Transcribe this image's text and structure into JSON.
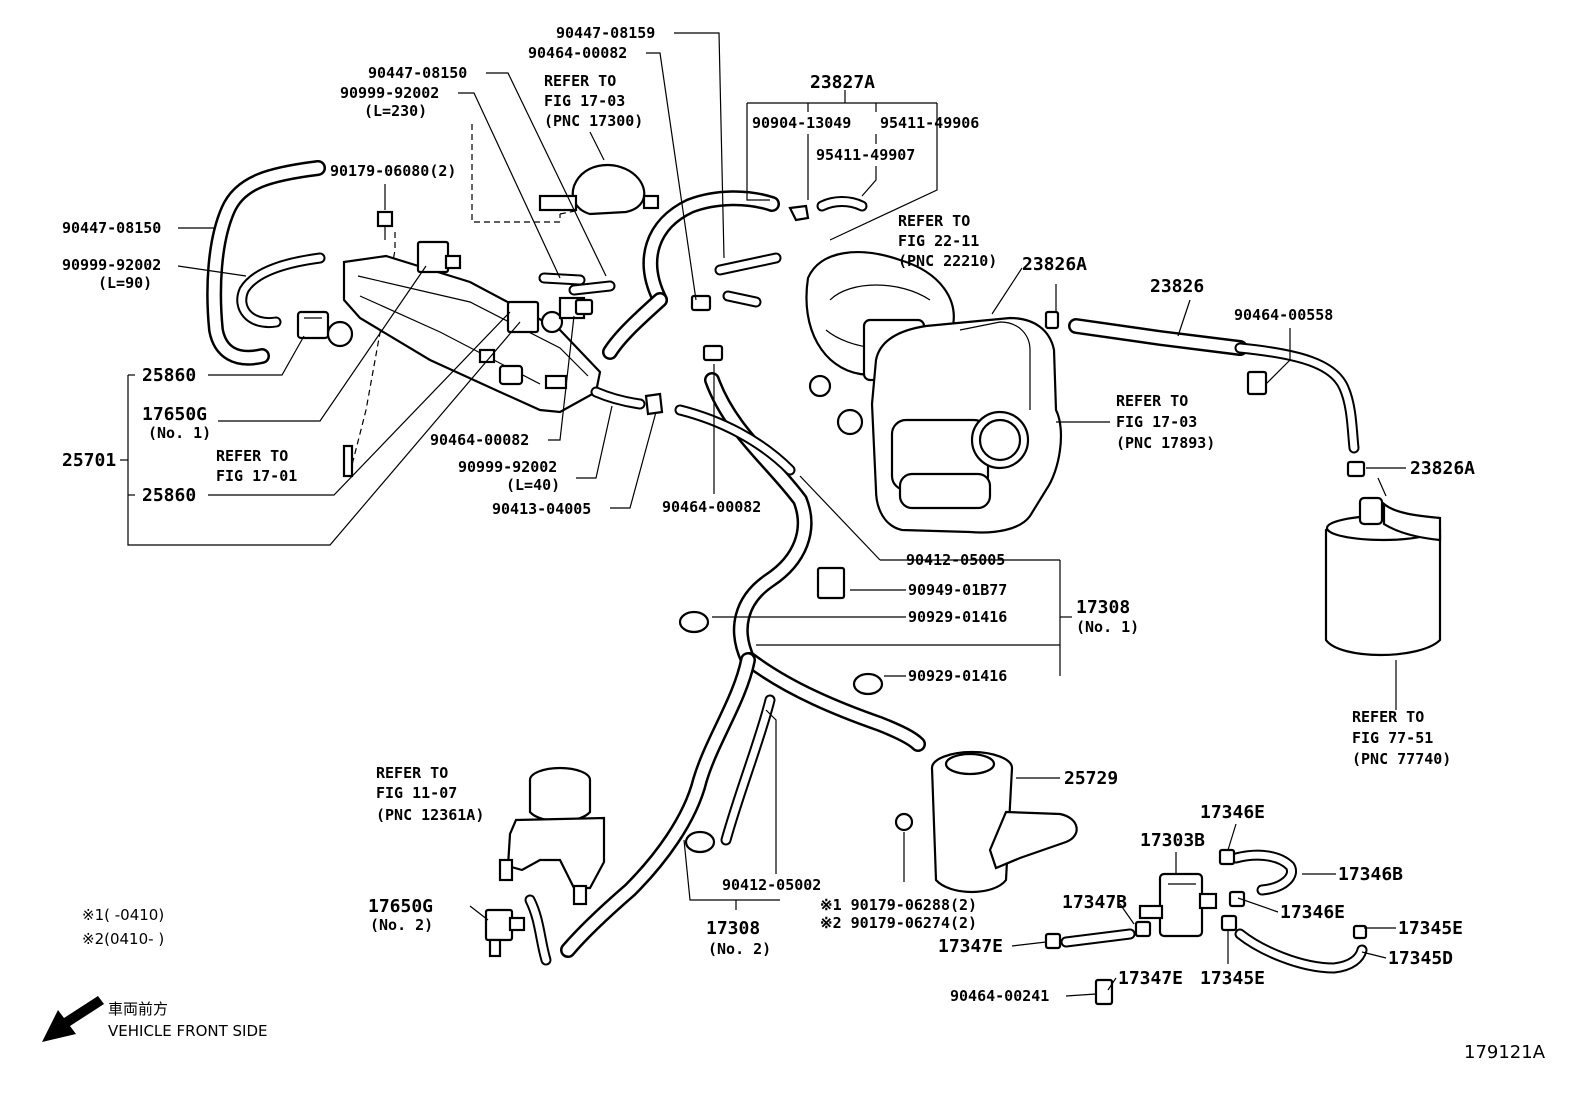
{
  "diagram_id": "179121A",
  "legend": {
    "note1": "※1(      -0410)",
    "note2": "※2(0410-      )",
    "direction_jp": "車両前方",
    "direction_en": "VEHICLE FRONT SIDE"
  },
  "labels": {
    "p90447_08159": "90447-08159",
    "p90464_00082_top": "90464-00082",
    "p90447_08150_top": "90447-08150",
    "p90999_92002_top": "90999-92002",
    "l230": "(L=230)",
    "ref1703_a": "REFER TO",
    "ref1703_b": "FIG 17-03",
    "ref1703_c": "(PNC 17300)",
    "p23827A": "23827A",
    "p90904_13049": "90904-13049",
    "p95411_49906": "95411-49906",
    "p95411_49907": "95411-49907",
    "p90179_06080": "90179-06080(2)",
    "p90447_08150_left": "90447-08150",
    "p90999_92002_left": "90999-92002",
    "l90": "(L=90)",
    "ref2211_a": "REFER TO",
    "ref2211_b": "FIG 22-11",
    "ref2211_c": "(PNC 22210)",
    "p23826A_top": "23826A",
    "p23826": "23826",
    "p90464_00558": "90464-00558",
    "p25860_a": "25860",
    "p17650G_1": "17650G",
    "no1_a": "(No. 1)",
    "p25701": "25701",
    "ref1701_a": "REFER TO",
    "ref1701_b": "FIG 17-01",
    "p25860_b": "25860",
    "p90464_00082_mid": "90464-00082",
    "p90999_92002_mid": "90999-92002",
    "l40": "(L=40)",
    "p90413_04005": "90413-04005",
    "p90464_00082_c": "90464-00082",
    "ref17893_a": "REFER TO",
    "ref17893_b": "FIG 17-03",
    "ref17893_c": "(PNC 17893)",
    "p23826A_right": "23826A",
    "p90412_05005": "90412-05005",
    "p90949_01B77": "90949-01B77",
    "p90929_01416_a": "90929-01416",
    "p17308_1": "17308",
    "no1_b": "(No. 1)",
    "p90929_01416_b": "90929-01416",
    "ref7751_a": "REFER TO",
    "ref7751_b": "FIG 77-51",
    "ref7751_c": "(PNC 77740)",
    "ref1107_a": "REFER TO",
    "ref1107_b": "FIG  11-07",
    "ref1107_c": "(PNC 12361A)",
    "p25729": "25729",
    "p17346E_top": "17346E",
    "p17303B": "17303B",
    "p17346B": "17346B",
    "p17346E_mid": "17346E",
    "p17345E_right": "17345E",
    "p17650G_2": "17650G",
    "no2_a": "(No. 2)",
    "p90412_05002": "90412-05002",
    "p17308_2": "17308",
    "no2_b": "(No. 2)",
    "p90179_06288": "※1 90179-06288(2)",
    "p90179_06274": "※2 90179-06274(2)",
    "p17347B": "17347B",
    "p17347E_a": "17347E",
    "p17345D": "17345D",
    "p17347E_b": "17347E",
    "p17345E_b": "17345E",
    "p90464_00241": "90464-00241"
  }
}
